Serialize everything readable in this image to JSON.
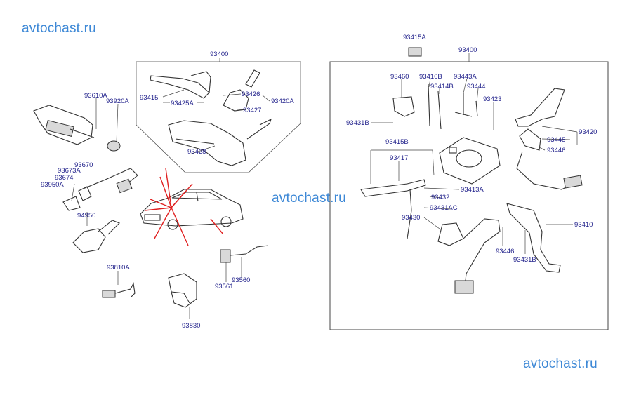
{
  "watermark": "avtochast.ru",
  "colors": {
    "label": "#1f1f8a",
    "watermark": "#3d88d6",
    "ray": "#e02020",
    "line": "#333333"
  },
  "labels": {
    "l93400a": "93400",
    "l93415": "93415",
    "l93425A": "93425A",
    "l93426": "93426",
    "l93420A": "93420A",
    "l93427": "93427",
    "l93428": "93428",
    "l93610A": "93610A",
    "l93920A": "93920A",
    "l93670": "93670",
    "l93673A": "93673A",
    "l93674": "93674",
    "l93950A": "93950A",
    "l94950": "94950",
    "l93810A": "93810A",
    "l93830": "93830",
    "l93561": "93561",
    "l93560": "93560",
    "l93415A": "93415A",
    "l93400b": "93400",
    "l93460": "93460",
    "l93416B": "93416B",
    "l93443A": "93443A",
    "l93414B": "93414B",
    "l93444": "93444",
    "l93423": "93423",
    "l93431B1": "93431B",
    "l93420": "93420",
    "l93445": "93445",
    "l93446a": "93446",
    "l93415B": "93415B",
    "l93417": "93417",
    "l93413A": "93413A",
    "l93432": "93432",
    "l93431AC": "93431AC",
    "l93430": "93430",
    "l93410": "93410",
    "l93446b": "93446",
    "l93431B2": "93431B"
  }
}
